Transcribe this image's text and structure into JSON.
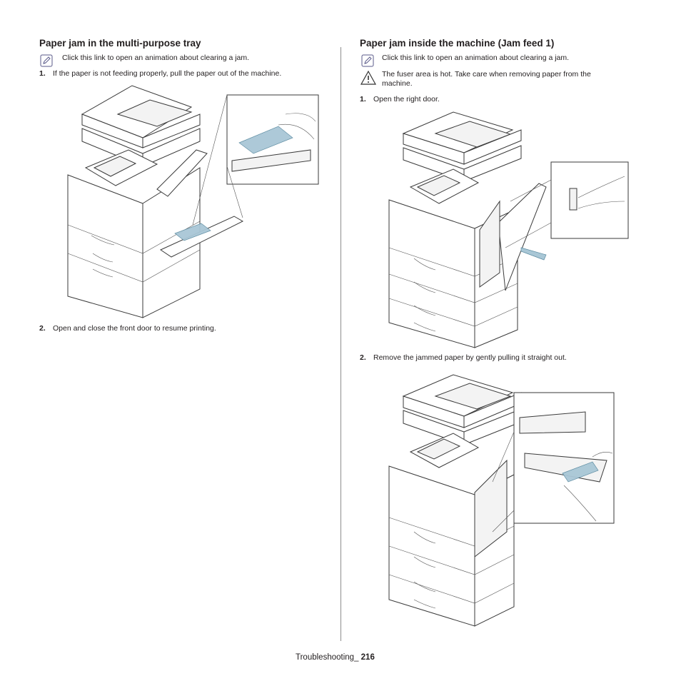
{
  "left": {
    "heading": "Paper jam in the multi-purpose tray",
    "note": "Click this link to open an animation about clearing a jam.",
    "steps": [
      {
        "num": "1.",
        "text": "If the paper is not feeding properly, pull the paper out of the machine."
      },
      {
        "num": "2.",
        "text": "Open and close the front door to resume printing."
      }
    ]
  },
  "right": {
    "heading": "Paper jam inside the machine (Jam feed 1)",
    "note": "Click this link to open an animation about clearing a jam.",
    "warning_line1": "The fuser area is hot. Take care when removing paper from the",
    "warning_line2": "machine.",
    "steps": [
      {
        "num": "1.",
        "text": "Open the right door."
      },
      {
        "num": "2.",
        "text": "Remove the jammed paper by gently pulling it straight out."
      }
    ]
  },
  "footer": {
    "section": "Troubleshooting_",
    "page": "216"
  },
  "icons": {
    "note": "note-pencil-icon",
    "warning": "warning-triangle-icon"
  },
  "colors": {
    "paper_highlight": "#a9c7d6",
    "text": "#231f20",
    "divider": "#8c8c8c"
  }
}
